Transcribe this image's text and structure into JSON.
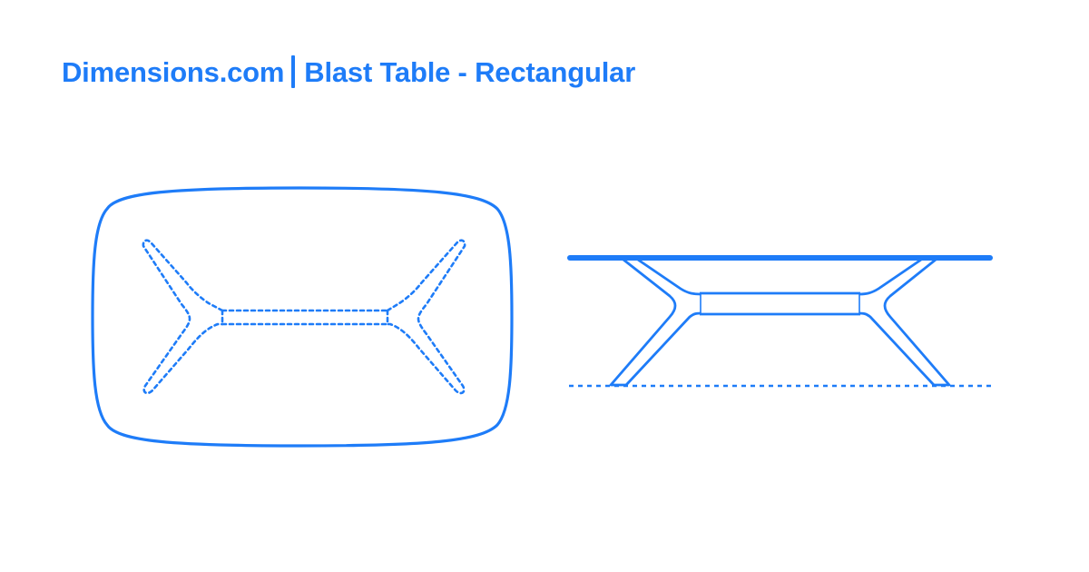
{
  "header": {
    "site": "Dimensions.com",
    "separator": "|",
    "product": "Blast Table - Rectangular"
  },
  "colors": {
    "accent": "#1e7cf8",
    "background": "#ffffff"
  },
  "views": [
    {
      "name": "top-view",
      "description": "Plan view: rounded rectangular tabletop with dashed Y-shaped base outline underneath"
    },
    {
      "name": "side-elevation",
      "description": "Elevation: thin tabletop, two angled Y-legs joined by center beam, dashed floor line"
    }
  ]
}
